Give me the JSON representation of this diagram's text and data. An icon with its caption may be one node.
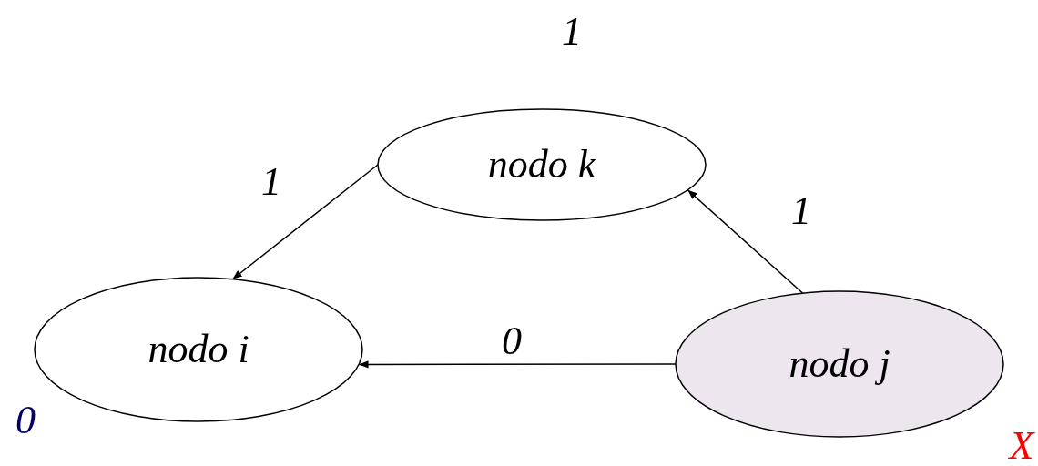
{
  "diagram": {
    "nodes": [
      {
        "text": [
          "nodo k"
        ],
        "beside": [
          "1"
        ]
      },
      {
        "text": [
          "nodo i"
        ],
        "beside": [
          "0"
        ]
      },
      {
        "text": [
          "nodo j"
        ],
        "beside": [
          "X"
        ]
      }
    ],
    "edges": [
      {
        "from": 0,
        "to": 1,
        "arrow": "to",
        "label": "1"
      },
      {
        "from": 2,
        "to": 0,
        "arrow": "to",
        "label": "1"
      },
      {
        "from": 2,
        "to": 1,
        "arrow": "to",
        "label": "0"
      }
    ]
  }
}
